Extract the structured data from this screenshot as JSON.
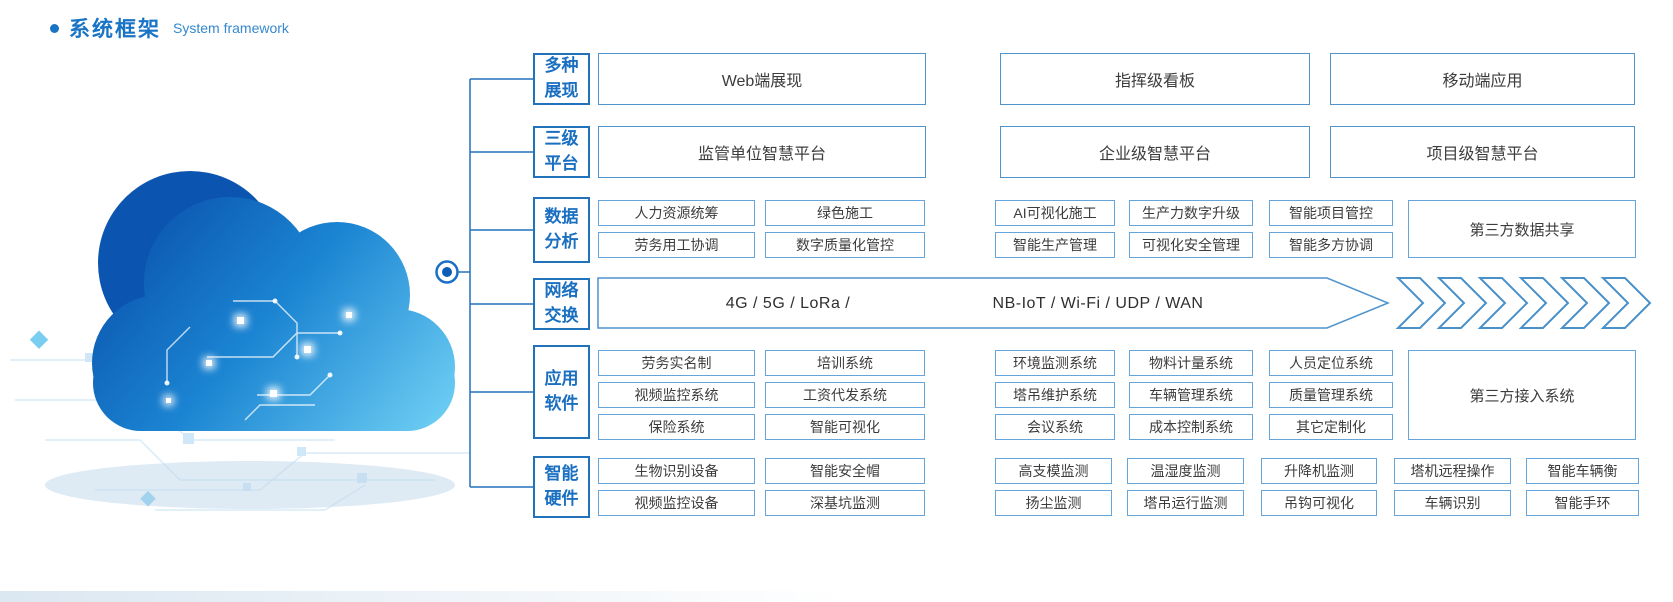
{
  "header": {
    "title_zh": "系统框架",
    "title_en": "System framework"
  },
  "colors": {
    "accent_blue": "#1a74c6",
    "category_border": "#2272bb",
    "big_box_border": "#4f94cc",
    "small_box_border": "#66a5d9",
    "text_dark": "#3c3c3c",
    "cloud_dark": "#0a53ad",
    "cloud_light": "#6fd0f4"
  },
  "icons": {
    "bullet": "dot",
    "hub_node": "concentric-circle",
    "flow_arrows": "chevron-right"
  },
  "sections": {
    "display": {
      "category": "多种展现",
      "items": [
        "Web端展现",
        "指挥级看板",
        "移动端应用"
      ]
    },
    "platform": {
      "category": "三级平台",
      "items": [
        "监管单位智慧平台",
        "企业级智慧平台",
        "项目级智慧平台"
      ]
    },
    "data_analysis": {
      "category": "数据分析",
      "rows": [
        [
          "人力资源统筹",
          "绿色施工",
          "AI可视化施工",
          "生产力数字升级",
          "智能项目管控"
        ],
        [
          "劳务用工协调",
          "数字质量化管控",
          "智能生产管理",
          "可视化安全管理",
          "智能多方协调"
        ]
      ],
      "side_box": "第三方数据共享"
    },
    "network": {
      "category": "网络交换",
      "label_left": "4G / 5G / LoRa /",
      "label_right": "NB-IoT / Wi-Fi / UDP / WAN",
      "chevron_count": 6
    },
    "software": {
      "category": "应用软件",
      "rows": [
        [
          "劳务实名制",
          "培训系统",
          "环境监测系统",
          "物料计量系统",
          "人员定位系统"
        ],
        [
          "视频监控系统",
          "工资代发系统",
          "塔吊维护系统",
          "车辆管理系统",
          "质量管理系统"
        ],
        [
          "保险系统",
          "智能可视化",
          "会议系统",
          "成本控制系统",
          "其它定制化"
        ]
      ],
      "side_box": "第三方接入系统"
    },
    "hardware": {
      "category": "智能硬件",
      "rows": [
        [
          "生物识别设备",
          "智能安全帽",
          "高支模监测",
          "温湿度监测",
          "升降机监测",
          "塔机远程操作",
          "智能车辆衡"
        ],
        [
          "视频监控设备",
          "深基坑监测",
          "扬尘监测",
          "塔吊运行监测",
          "吊钩可视化",
          "车辆识别",
          "智能手环"
        ]
      ]
    }
  }
}
